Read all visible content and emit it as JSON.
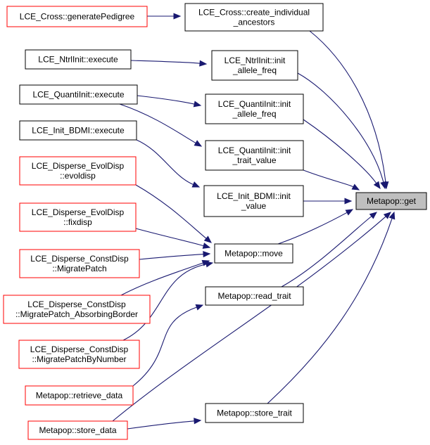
{
  "colors": {
    "edge": "#191970",
    "border_normal": "#000000",
    "border_link_missing": "#ff0000",
    "highlight_fill": "#bfbfbf",
    "node_fill": "#ffffff"
  },
  "nodes": {
    "generatePedigree": {
      "lines": [
        "LCE_Cross::generatePedigree"
      ],
      "style": "red"
    },
    "create_ancestors": {
      "lines": [
        "LCE_Cross::create_individual",
        "_ancestors"
      ],
      "style": "black"
    },
    "ntrl_execute": {
      "lines": [
        "LCE_NtrlInit::execute"
      ],
      "style": "black"
    },
    "ntrl_init_allele": {
      "lines": [
        "LCE_NtrlInit::init",
        "_allele_freq"
      ],
      "style": "black"
    },
    "quanti_execute": {
      "lines": [
        "LCE_QuantiInit::execute"
      ],
      "style": "black"
    },
    "quanti_init_allele": {
      "lines": [
        "LCE_QuantiInit::init",
        "_allele_freq"
      ],
      "style": "black"
    },
    "bdmi_execute": {
      "lines": [
        "LCE_Init_BDMI::execute"
      ],
      "style": "black"
    },
    "quanti_init_trait": {
      "lines": [
        "LCE_QuantiInit::init",
        "_trait_value"
      ],
      "style": "black"
    },
    "evoldisp": {
      "lines": [
        "LCE_Disperse_EvolDisp",
        "::evoldisp"
      ],
      "style": "red"
    },
    "bdmi_init_value": {
      "lines": [
        "LCE_Init_BDMI::init",
        "_value"
      ],
      "style": "black"
    },
    "metapop_get": {
      "lines": [
        "Metapop::get"
      ],
      "style": "highlight"
    },
    "fixdisp": {
      "lines": [
        "LCE_Disperse_EvolDisp",
        "::fixdisp"
      ],
      "style": "red"
    },
    "migratepatch": {
      "lines": [
        "LCE_Disperse_ConstDisp",
        "::MigratePatch"
      ],
      "style": "red"
    },
    "metapop_move": {
      "lines": [
        "Metapop::move"
      ],
      "style": "black"
    },
    "migratepatch_absorbing": {
      "lines": [
        "LCE_Disperse_ConstDisp",
        "::MigratePatch_AbsorbingBorder"
      ],
      "style": "red"
    },
    "metapop_read_trait": {
      "lines": [
        "Metapop::read_trait"
      ],
      "style": "black"
    },
    "migratepatch_bynumber": {
      "lines": [
        "LCE_Disperse_ConstDisp",
        "::MigratePatchByNumber"
      ],
      "style": "red"
    },
    "retrieve_data": {
      "lines": [
        "Metapop::retrieve_data"
      ],
      "style": "red"
    },
    "store_data": {
      "lines": [
        "Metapop::store_data"
      ],
      "style": "red"
    },
    "store_trait": {
      "lines": [
        "Metapop::store_trait"
      ],
      "style": "black"
    }
  },
  "edges": [
    [
      "generatePedigree",
      "create_ancestors"
    ],
    [
      "create_ancestors",
      "metapop_get"
    ],
    [
      "ntrl_execute",
      "ntrl_init_allele"
    ],
    [
      "ntrl_init_allele",
      "metapop_get"
    ],
    [
      "quanti_execute",
      "quanti_init_allele"
    ],
    [
      "quanti_execute",
      "quanti_init_trait"
    ],
    [
      "quanti_init_allele",
      "metapop_get"
    ],
    [
      "quanti_init_trait",
      "metapop_get"
    ],
    [
      "bdmi_execute",
      "bdmi_init_value"
    ],
    [
      "bdmi_init_value",
      "metapop_get"
    ],
    [
      "evoldisp",
      "metapop_move"
    ],
    [
      "fixdisp",
      "metapop_move"
    ],
    [
      "migratepatch",
      "metapop_move"
    ],
    [
      "migratepatch_absorbing",
      "metapop_move"
    ],
    [
      "migratepatch_bynumber",
      "metapop_move"
    ],
    [
      "metapop_move",
      "metapop_get"
    ],
    [
      "retrieve_data",
      "metapop_read_trait"
    ],
    [
      "metapop_read_trait",
      "metapop_get"
    ],
    [
      "store_data",
      "metapop_get"
    ],
    [
      "store_data",
      "store_trait"
    ],
    [
      "store_trait",
      "metapop_get"
    ]
  ]
}
